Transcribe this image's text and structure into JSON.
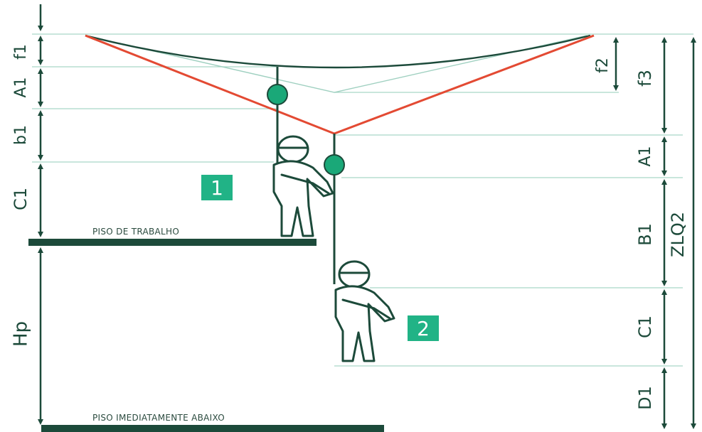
{
  "colors": {
    "dark_green": "#1c4a3a",
    "light_line": "#9fd0c0",
    "red": "#e34a33",
    "accent_green": "#1aa878",
    "badge_bg": "#21b386"
  },
  "left_dimensions": [
    "f1",
    "A1",
    "b1",
    "C1",
    "Hp"
  ],
  "right_dimensions": [
    "f2",
    "f3",
    "A1",
    "B1",
    "C1",
    "D1",
    "ZLQ2"
  ],
  "floors": {
    "work_floor": "PISO DE TRABALHO",
    "lower_floor": "PISO IMEDIATAMENTE ABAIXO"
  },
  "badges": [
    "1",
    "2"
  ],
  "figures": [
    "worker-1",
    "worker-2"
  ]
}
